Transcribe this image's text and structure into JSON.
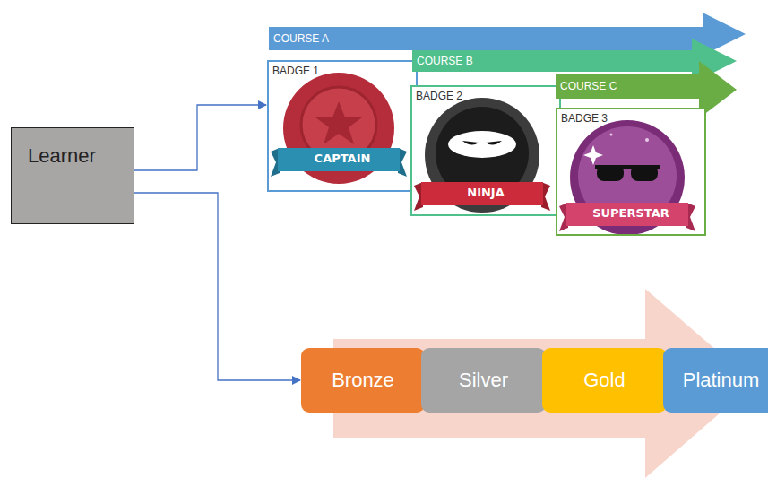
{
  "diagram": {
    "nodes": [
      {
        "text": [
          "Learner"
        ]
      },
      {
        "text": [
          "COURSE A"
        ]
      },
      {
        "text": [
          "BADGE 1",
          "CAPTAIN"
        ]
      },
      {
        "text": [
          "COURSE B"
        ]
      },
      {
        "text": [
          "BADGE 2",
          "NINJA"
        ]
      },
      {
        "text": [
          "COURSE C"
        ]
      },
      {
        "text": [
          "BADGE 3",
          "SUPERSTAR"
        ]
      },
      {
        "text": [
          "Bronze"
        ]
      },
      {
        "text": [
          "Silver"
        ]
      },
      {
        "text": [
          "Gold"
        ]
      },
      {
        "text": [
          "Platinum"
        ]
      }
    ],
    "edges": [
      {
        "from": 0,
        "to": 2,
        "arrow": "to"
      },
      {
        "from": 0,
        "to": 7,
        "arrow": "to"
      }
    ]
  }
}
